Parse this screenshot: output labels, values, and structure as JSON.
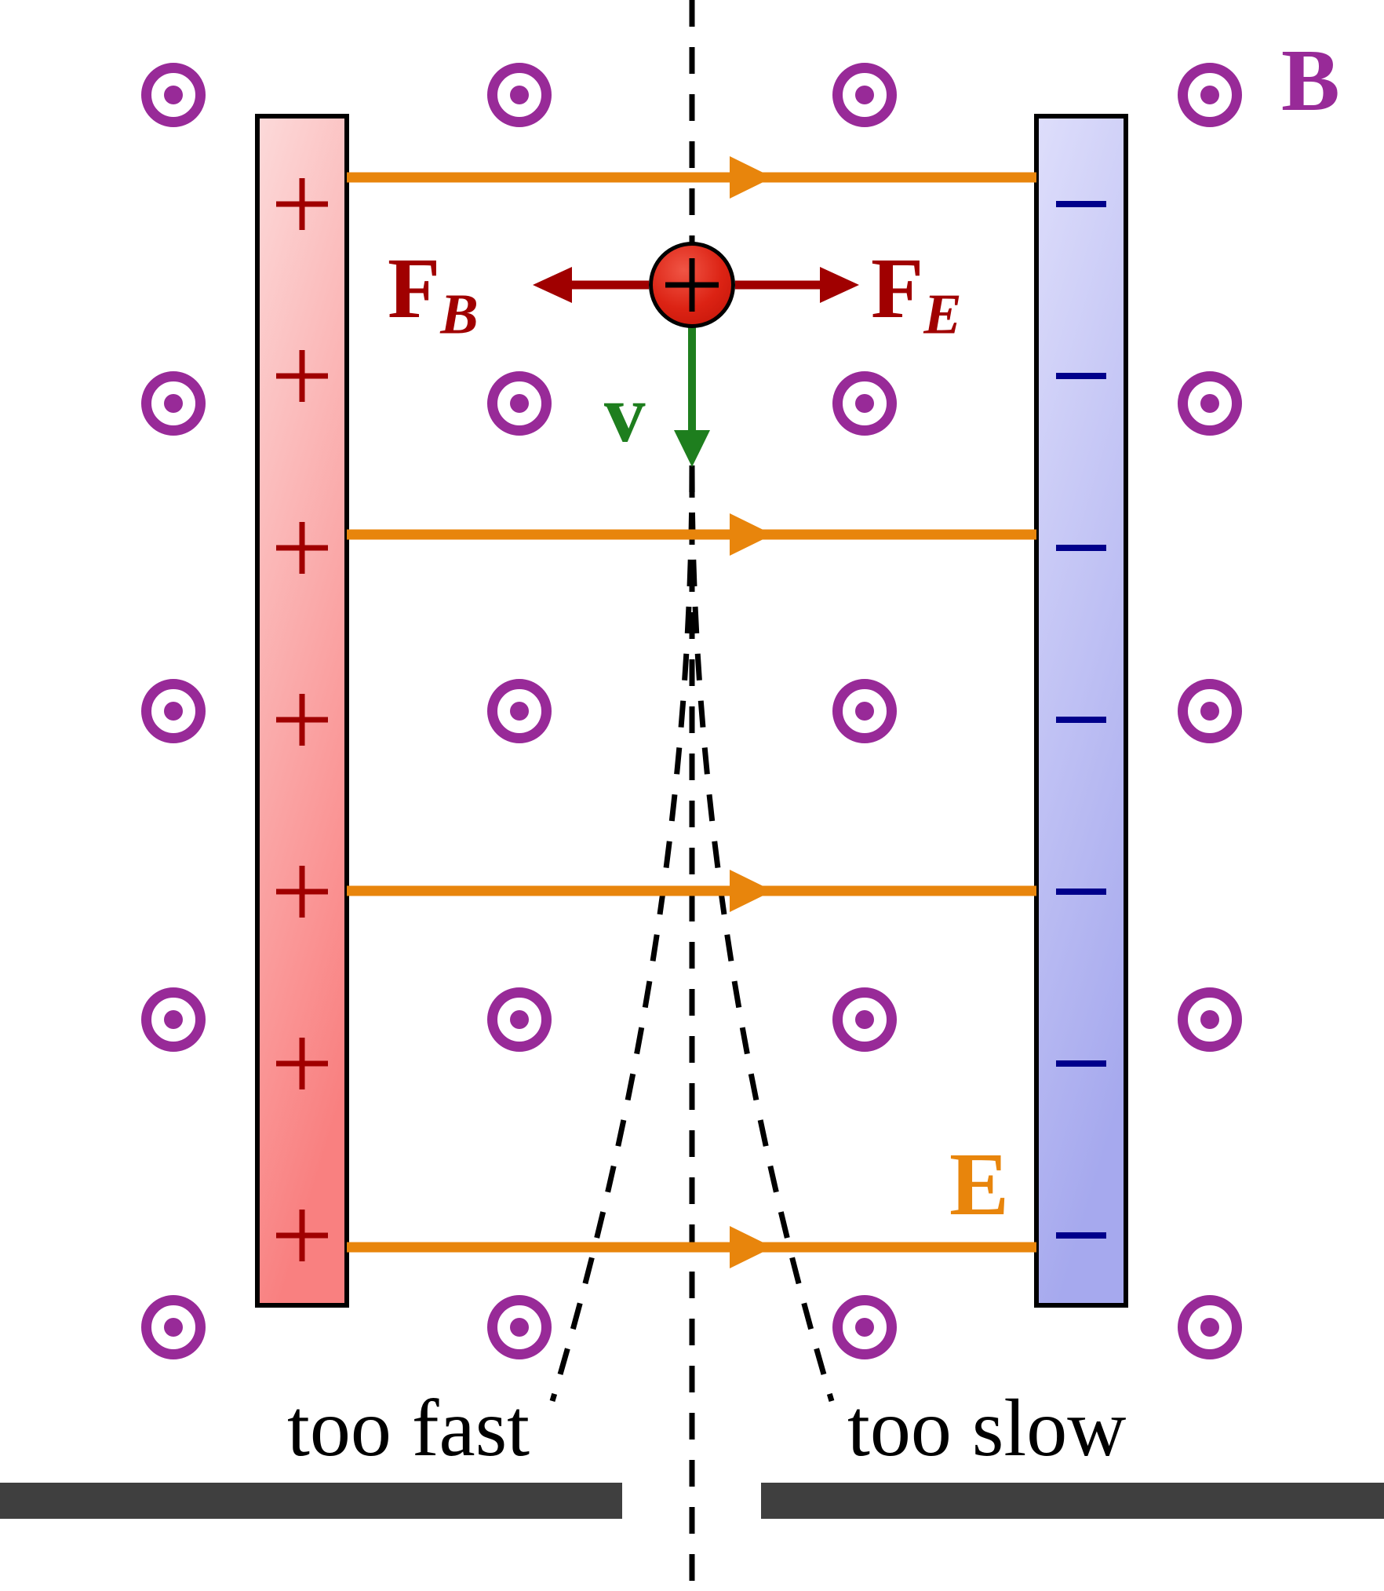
{
  "diagram": {
    "type": "velocity-selector",
    "description": "Charged particle moving down between capacitor plates in crossed electric and magnetic fields"
  },
  "labels": {
    "magnetic_field": "B",
    "electric_field": "E",
    "magnetic_force_main": "F",
    "magnetic_force_sub": "B",
    "electric_force_main": "F",
    "electric_force_sub": "E",
    "velocity": "v",
    "too_fast": "too fast",
    "too_slow": "too slow",
    "particle_charge": "+"
  },
  "plates": {
    "left": {
      "polarity": "positive",
      "charge_symbol": "+",
      "charge_count": 7
    },
    "right": {
      "polarity": "negative",
      "charge_symbol": "−",
      "charge_count": 7
    }
  },
  "b_field": {
    "symbol": "circle-dot-out-of-page",
    "rows": 5,
    "columns": 4,
    "count": 20
  },
  "e_field": {
    "arrow_count": 4,
    "direction": "left-to-right"
  },
  "particle": {
    "sign": "+",
    "velocity_direction": "down",
    "magnetic_force_direction": "left",
    "electric_force_direction": "right"
  },
  "trajectories": {
    "center": "straight through slit",
    "left_branch": "too fast",
    "right_branch": "too slow"
  },
  "colors": {
    "field_orange": "#E8850C",
    "magnetic_purple": "#982A98",
    "force_dark_red": "#A00000",
    "velocity_green": "#1E7E1E",
    "negative_navy": "#00008B",
    "positive_plate_pink": "#F98585",
    "negative_plate_blue": "#A9ACEF",
    "particle_red": "#D92617",
    "barrier_gray": "#3F3F3F",
    "trajectory_black": "#000000"
  }
}
